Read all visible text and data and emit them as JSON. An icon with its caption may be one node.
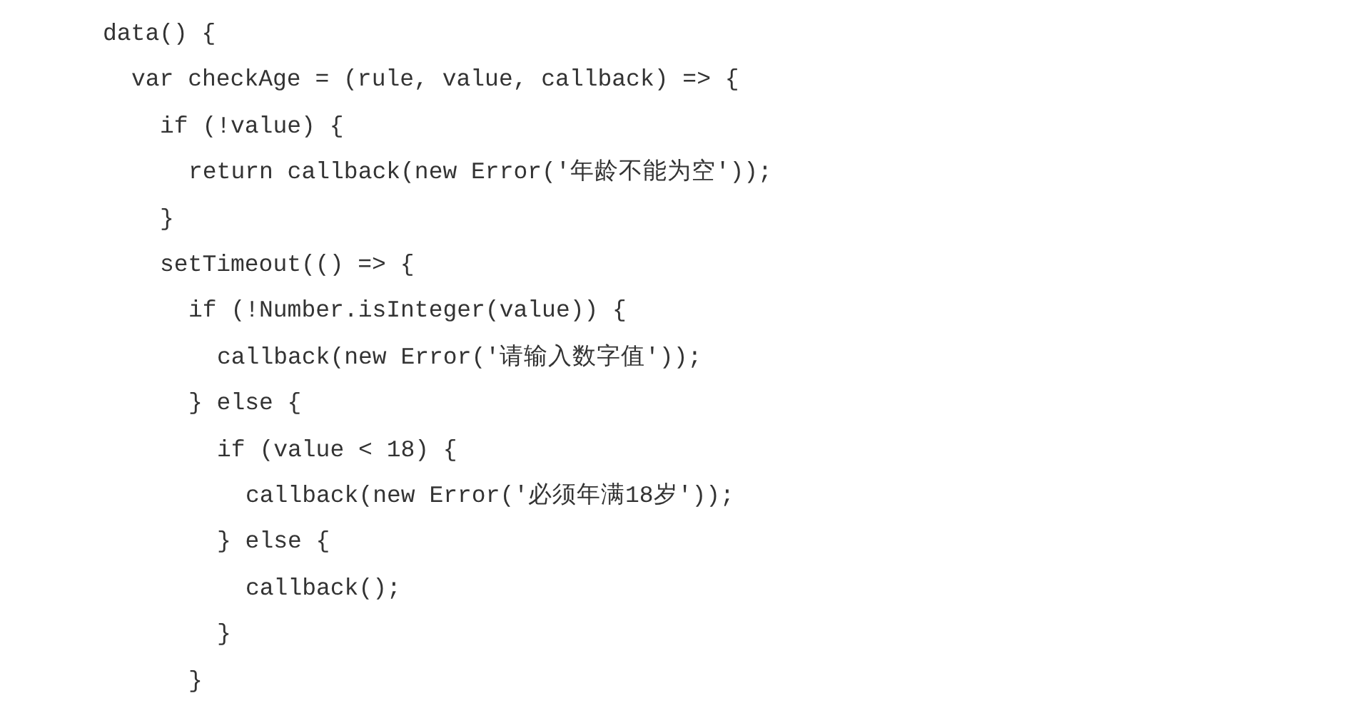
{
  "diagram": {
    "labels": [
      "data() {",
      "var checkAge = (rule, value, callback) => {",
      "if (!value) {",
      "return callback(new Error('年龄不能为空'));",
      "}",
      "setTimeout(() => {",
      "if (!Number.isInteger(value)) {",
      "callback(new Error('请输入数字值'));",
      "} else {",
      "if (value < 18) {",
      "callback(new Error('必须年满18岁'));",
      "} else {",
      "callback();",
      "}",
      "}"
    ]
  }
}
